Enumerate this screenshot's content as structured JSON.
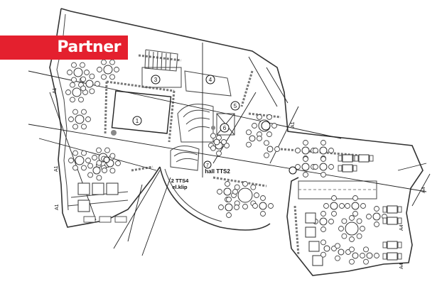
{
  "brand": {
    "logo_text": "Partner",
    "accent_color": "#e4202e"
  },
  "plan": {
    "room_numbers": [
      "1",
      "3",
      "4",
      "5",
      "6",
      "7"
    ],
    "section_markers": [
      "A1",
      "A1",
      "A1",
      "A1",
      "A4",
      "A4",
      "A4"
    ],
    "labels": {
      "hall": "hall TTS2",
      "tts4_line1": "2 TTS4",
      "tts4_line2": "el.klip"
    }
  }
}
